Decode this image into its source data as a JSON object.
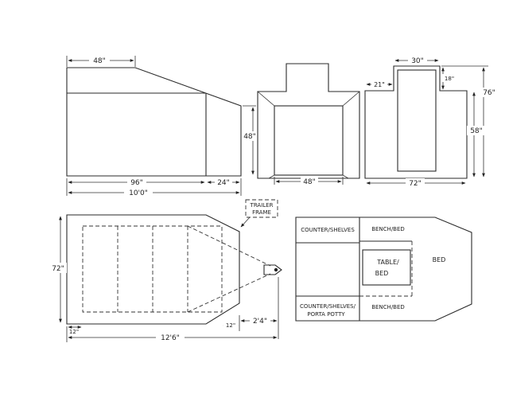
{
  "side_view": {
    "top_width": "48\"",
    "height": "48\"",
    "base": "96\"",
    "nose": "24\"",
    "overall": "10'0\""
  },
  "front_view": {
    "width": "48\""
  },
  "rear_view": {
    "top_width": "30\"",
    "step_width": "21\"",
    "step_height": "18\"",
    "total_height": "76\"",
    "body_height": "58\"",
    "width": "72\""
  },
  "trailer_view": {
    "callout": [
      "TRAILER",
      "FRAME"
    ],
    "width": "72\"",
    "left_offset": "12\"",
    "nose_offset": "12\"",
    "tongue": "2'4\"",
    "overall": "12'6\""
  },
  "floor_plan": {
    "counter_top": "COUNTER/SHELVES",
    "bench_top": "BENCH/BED",
    "table": [
      "TABLE/",
      "BED"
    ],
    "bed": "BED",
    "counter_bottom": [
      "COUNTER/SHELVES/",
      "PORTA POTTY"
    ],
    "bench_bottom": "BENCH/BED"
  }
}
